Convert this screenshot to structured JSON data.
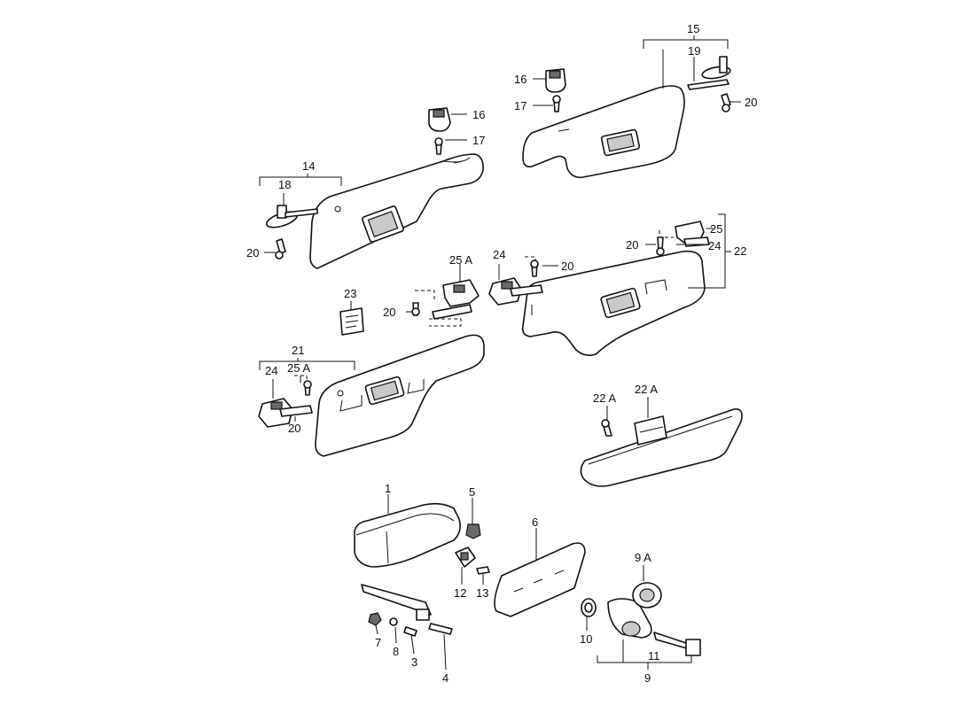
{
  "labels": {
    "l1": "1",
    "l3": "3",
    "l4": "4",
    "l5": "5",
    "l6": "6",
    "l7": "7",
    "l8": "8",
    "l9": "9",
    "l9a": "9 A",
    "l10": "10",
    "l11": "11",
    "l12": "12",
    "l13": "13",
    "l14": "14",
    "l15": "15",
    "l16a": "16",
    "l16b": "16",
    "l17a": "17",
    "l17b": "17",
    "l18": "18",
    "l19": "19",
    "l20a": "20",
    "l20b": "20",
    "l20c": "20",
    "l20d": "20",
    "l20e": "20",
    "l20f": "20",
    "l21": "21",
    "l22": "22",
    "l22a1": "22 A",
    "l22a2": "22 A",
    "l23": "23",
    "l24a": "24",
    "l24b": "24",
    "l24c": "24",
    "l25": "25",
    "l25a1": "25 A",
    "l25a2": "25 A"
  }
}
